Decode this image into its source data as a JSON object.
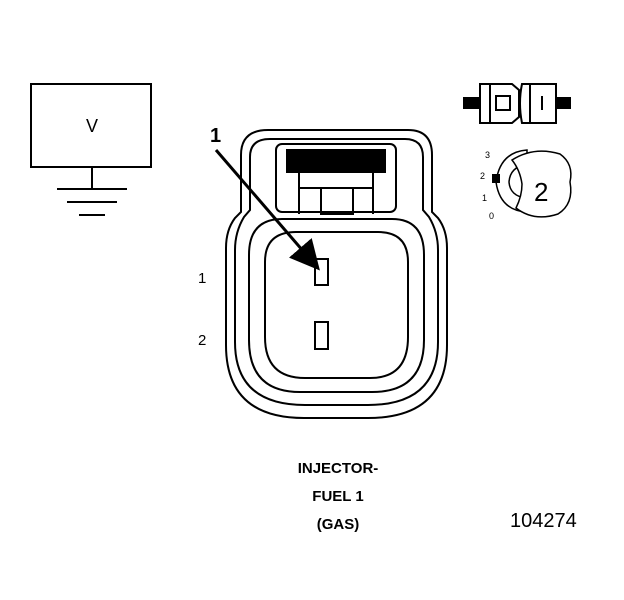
{
  "ground_box": {
    "label": "V"
  },
  "callout": {
    "number": "1"
  },
  "pins": [
    {
      "label": "1"
    },
    {
      "label": "2"
    }
  ],
  "position_indicator": {
    "marks": [
      "3",
      "2",
      "1",
      "0"
    ],
    "number": "2"
  },
  "component": {
    "title_lines": [
      "INJECTOR-",
      "FUEL 1",
      "(GAS)"
    ]
  },
  "figure_id": "104274",
  "colors": {
    "line": "#000000",
    "background": "#ffffff"
  }
}
